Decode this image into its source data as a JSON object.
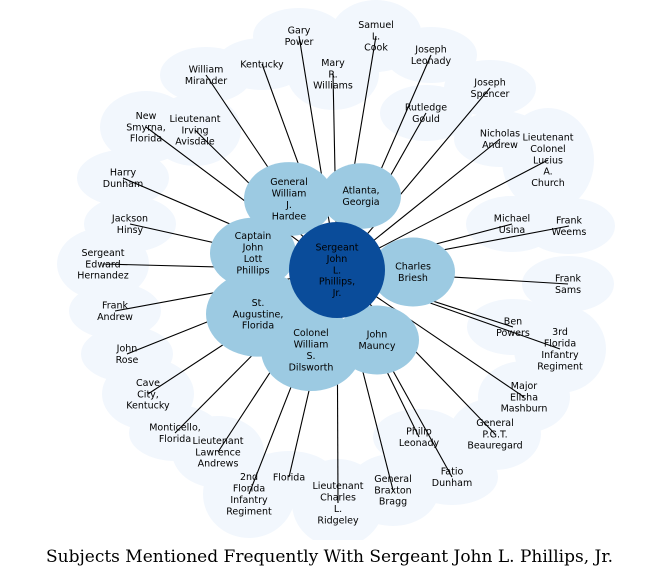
{
  "title": "Subjects Mentioned Frequently With Sergeant John L. Phillips, Jr.",
  "colors": {
    "center": "#0a4c9a",
    "inner": "#9ccae2",
    "outer": "#f2f7fd",
    "line": "#000000",
    "center_text": "#000000"
  },
  "center": "Sergeant\nJohn\nL.\nPhillips,\nJr.",
  "inner_nodes": [
    {
      "label": "General\nWilliam\nJ.\nHardee"
    },
    {
      "label": "Atlanta,\nGeorgia"
    },
    {
      "label": "Captain\nJohn\nLott\nPhillips"
    },
    {
      "label": "Charles\nBriesh"
    },
    {
      "label": "St.\nAugustine,\nFlorida"
    },
    {
      "label": "Colonel\nWilliam\nS.\nDilsworth"
    },
    {
      "label": "John\nMauncy"
    }
  ],
  "outer_nodes": [
    {
      "label": "Gary\nPower"
    },
    {
      "label": "Samuel\nL.\nCook"
    },
    {
      "label": "Joseph\nLeonady"
    },
    {
      "label": "Kentucky"
    },
    {
      "label": "William\nMirander"
    },
    {
      "label": "Mary\nR.\nWilliams"
    },
    {
      "label": "Joseph\nSpencer"
    },
    {
      "label": "Rutledge\nGould"
    },
    {
      "label": "New\nSmyrna,\nFlorida"
    },
    {
      "label": "Lieutenant\nIrving\nAvisdale"
    },
    {
      "label": "Nicholas\nAndrew"
    },
    {
      "label": "Lieutenant\nColonel\nLucius\nA.\nChurch"
    },
    {
      "label": "Harry\nDunham"
    },
    {
      "label": "Jackson\nHinsy"
    },
    {
      "label": "Michael\nUsina"
    },
    {
      "label": "Frank\nWeems"
    },
    {
      "label": "Sergeant\nEdward\nHernandez"
    },
    {
      "label": "Frank\nSams"
    },
    {
      "label": "Frank\nAndrew"
    },
    {
      "label": "Ben\nPowers"
    },
    {
      "label": "3rd\nFlorida\nInfantry\nRegiment"
    },
    {
      "label": "John\nRose"
    },
    {
      "label": "Major\nElisha\nMashburn"
    },
    {
      "label": "Cave\nCity,\nKentucky"
    },
    {
      "label": "Monticello,\nFlorida"
    },
    {
      "label": "Lieutenant\nLawrence\nAndrews"
    },
    {
      "label": "General\nP.G.T.\nBeauregard"
    },
    {
      "label": "Philip\nLeonady"
    },
    {
      "label": "2nd\nFlorida\nInfantry\nRegiment"
    },
    {
      "label": "Florida"
    },
    {
      "label": "Lieutenant\nCharles\nL.\nRidgeley"
    },
    {
      "label": "General\nBraxton\nBragg"
    },
    {
      "label": "Fatio\nDunham"
    }
  ]
}
